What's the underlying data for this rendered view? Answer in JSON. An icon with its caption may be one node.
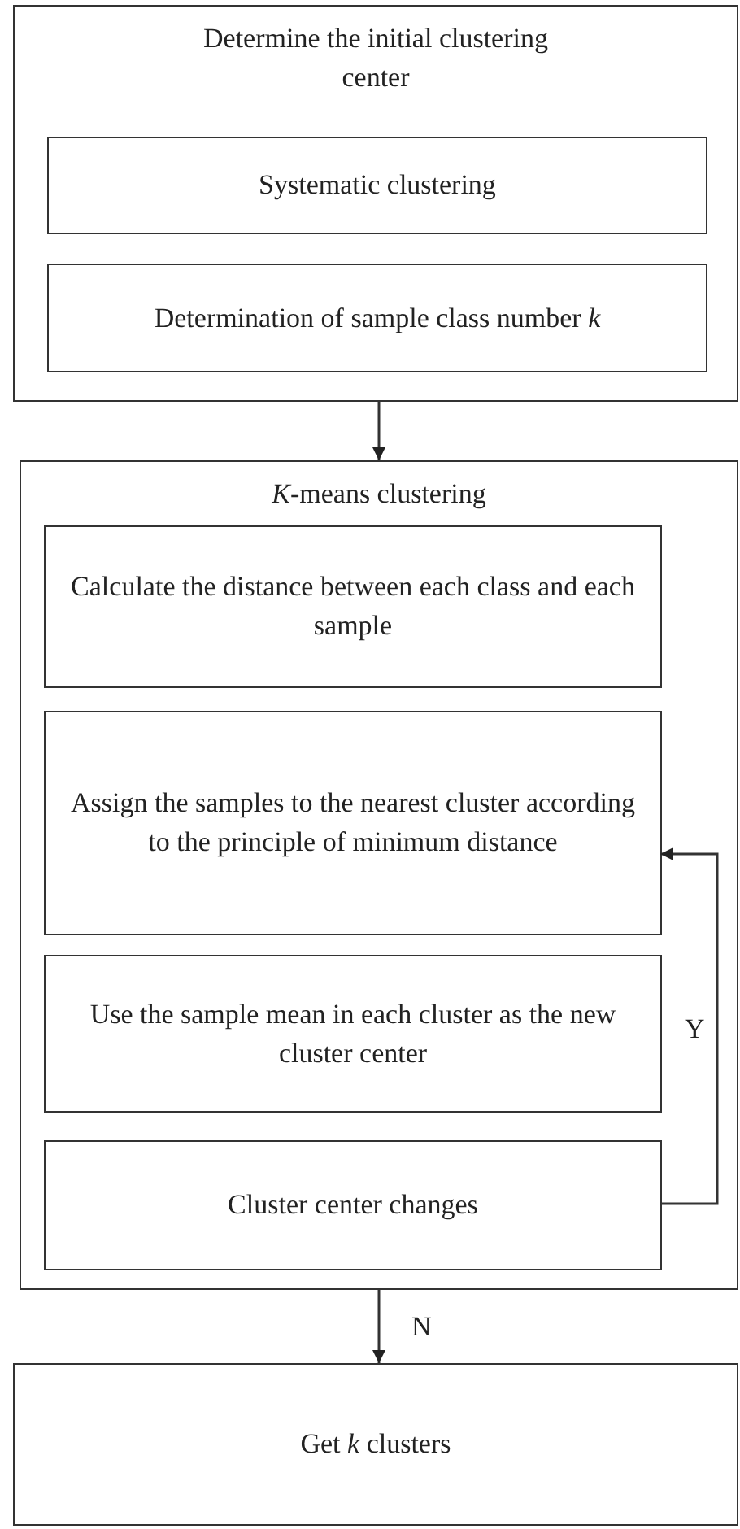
{
  "diagram": {
    "nodes": [
      {
        "text": [
          "Determine the initial clustering center"
        ]
      },
      {
        "text": [
          "Systematic clustering"
        ],
        "in": 0
      },
      {
        "text": [
          "Determination of sample class number *k*"
        ],
        "in": 0
      },
      {
        "text": [
          "*K*-means clustering"
        ]
      },
      {
        "text": [
          "Calculate the distance between each class and each sample"
        ],
        "in": 3
      },
      {
        "text": [
          "Assign the samples to the nearest cluster according to the principle of minimum distance"
        ],
        "in": 3
      },
      {
        "text": [
          "Use the sample mean in each cluster as the new cluster center"
        ],
        "in": 3
      },
      {
        "text": [
          "Cluster center changes"
        ],
        "in": 3
      },
      {
        "text": [
          "Get *k* clusters"
        ]
      }
    ],
    "edges": [
      {
        "from": 0,
        "to": 3,
        "arrow": "to"
      },
      {
        "from": 7,
        "to": 5,
        "arrow": "to",
        "label": "Y"
      },
      {
        "from": 3,
        "to": 8,
        "arrow": "to",
        "label": "N"
      }
    ]
  }
}
